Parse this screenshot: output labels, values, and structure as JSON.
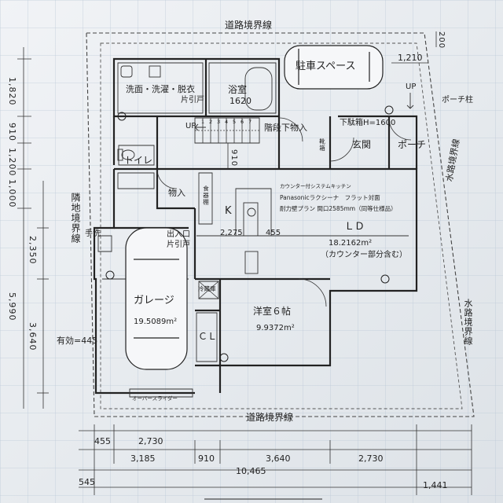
{
  "roads": {
    "top": "道路境界線",
    "bottom": "道路境界線",
    "left": "隣地境界線",
    "right_upper": "水路境界線",
    "right_lower": "水路境界線"
  },
  "rooms": {
    "parking": "駐車スペース",
    "washroom": "洗面・洗濯・脱衣",
    "washroom_door": "片引戸",
    "bath": "浴室",
    "bath_size": "1620",
    "toilet": "トイレ",
    "storage": "物入",
    "stair_storage": "階段下物入",
    "shoe_bench": "下駄箱H=1600",
    "shoe_rack": "靴箱",
    "entrance": "玄関",
    "porch": "ポーチ",
    "porch_pillar": "ポーチ柱",
    "kitchen": "K",
    "kitchen_cabinet": "食器棚",
    "ld": "ＬＤ",
    "ld_area": "18.2162m²",
    "ld_note": "（カウンター部分含む）",
    "kitchen_note_1": "カウンター付システムキッチン",
    "kitchen_note_2": "Panasonicラクシーナ　フラット対面",
    "kitchen_note_3": "耐力壁プラン 間口2585mm（同等仕様品）",
    "exit": "出入口",
    "exit_door": "片引戸",
    "handwash": "手洗",
    "fridge": "冷蔵庫",
    "garage": "ガレージ",
    "garage_area": "19.5089m²",
    "bedroom": "洋室６帖",
    "bedroom_area": "9.9372m²",
    "closet": "ＣＬ",
    "slider": "オーバースライダー",
    "effective": "有効=445",
    "up1": "UP",
    "up2": "UP",
    "steps": [
      "1",
      "2",
      "3",
      "4",
      "5",
      "6",
      "7"
    ]
  },
  "dims": {
    "right_200": "200",
    "right_1210": "1,210",
    "kitchen_2275": "2,275",
    "kitchen_455": "455",
    "stair_910": "910",
    "left_col_outer": [
      "1,820",
      "910",
      "1,200",
      "1,000"
    ],
    "left_col_inner": [
      "2,350",
      "5,990",
      "3,640"
    ],
    "bottom_row1": [
      "455",
      "2,730"
    ],
    "bottom_row2": [
      "3,185",
      "910",
      "3,640",
      "2,730"
    ],
    "bottom_total": "10,465",
    "bottom_545": "545",
    "bottom_1441": "1,441"
  }
}
